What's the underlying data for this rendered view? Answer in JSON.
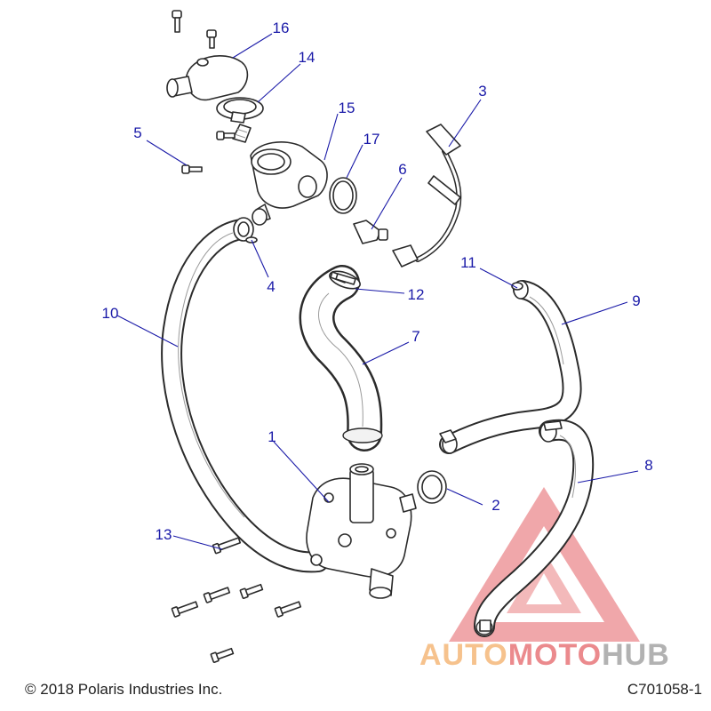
{
  "diagram": {
    "callouts": [
      {
        "id": "c1",
        "label": "1"
      },
      {
        "id": "c2",
        "label": "2"
      },
      {
        "id": "c3",
        "label": "3"
      },
      {
        "id": "c4",
        "label": "4"
      },
      {
        "id": "c5",
        "label": "5"
      },
      {
        "id": "c6",
        "label": "6"
      },
      {
        "id": "c7",
        "label": "7"
      },
      {
        "id": "c8",
        "label": "8"
      },
      {
        "id": "c9",
        "label": "9"
      },
      {
        "id": "c10",
        "label": "10"
      },
      {
        "id": "c11",
        "label": "11"
      },
      {
        "id": "c12",
        "label": "12"
      },
      {
        "id": "c13",
        "label": "13"
      },
      {
        "id": "c14",
        "label": "14"
      },
      {
        "id": "c15",
        "label": "15"
      },
      {
        "id": "c16",
        "label": "16"
      },
      {
        "id": "c17",
        "label": "17"
      }
    ],
    "callout_color": "#1a1aa8"
  },
  "watermark": {
    "part1": "AUTO",
    "part2": "MOTO",
    "part3": "HUB",
    "color_orange": "#f5b87a",
    "color_red": "#e8767a",
    "color_gray": "#a5a5a5"
  },
  "footer": {
    "copyright": "© 2018 Polaris Industries Inc.",
    "code": "C701058-1"
  }
}
